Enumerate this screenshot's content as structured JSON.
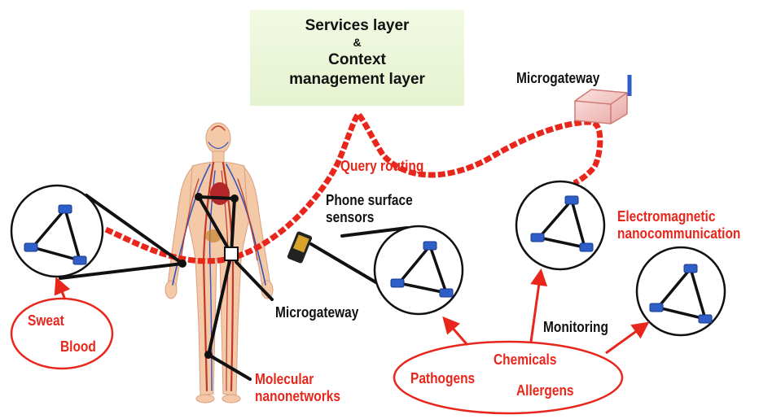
{
  "services": {
    "title": "Services layer",
    "amp": "&",
    "context_line1": "Context",
    "context_line2": "management layer"
  },
  "labels": {
    "microgateway_top": "Microgateway",
    "query_routing": "Query routing",
    "phone_line1": "Phone surface",
    "phone_line2": "sensors",
    "em_line1": "Electromagnetic",
    "em_line2": "nanocommunication",
    "microgateway_body": "Microgateway",
    "monitoring": "Monitoring",
    "molecular_line1": "Molecular",
    "molecular_line2": "nanonetworks"
  },
  "bubbles": {
    "sweat": "Sweat",
    "blood": "Blood",
    "pathogens": "Pathogens",
    "chemicals": "Chemicals",
    "allergens": "Allergens"
  },
  "colors": {
    "accent_red": "#e8261c",
    "line_black": "#111111",
    "node_blue": "#2f5ec9"
  }
}
